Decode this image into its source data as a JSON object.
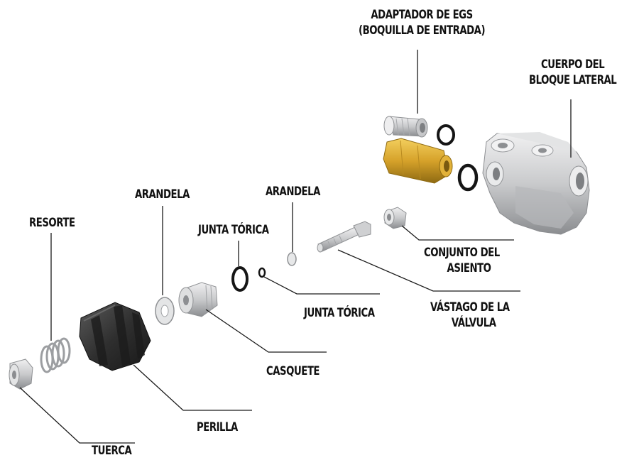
{
  "labels": {
    "egs_adapter": [
      "ADAPTADOR DE EGS",
      "(BOQUILLA DE ENTRADA)"
    ],
    "side_block": [
      "CUERPO DEL",
      "BLOQUE LATERAL"
    ],
    "resorte": "RESORTE",
    "arandela_1": "ARANDELA",
    "arandela_2": "ARANDELA",
    "junta_torica_1": "JUNTA TÓRICA",
    "junta_torica_2": "JUNTA TÓRICA",
    "seat_assembly": [
      "CONJUNTO DEL",
      "ASIENTO"
    ],
    "valve_stem": [
      "VÁSTAGO DE LA",
      "VÁLVULA"
    ],
    "casquete": "CASQUETE",
    "perilla": "PERILLA",
    "tuerca": "TUERCA"
  },
  "colors": {
    "metal_light": "#d9dadb",
    "metal_mid": "#a9abad",
    "metal_dark": "#76787b",
    "brass": "#d9a72c",
    "brass_dark": "#9b7316",
    "knob": "#2e2e2e",
    "oring": "#151515",
    "leader": "#1a1a1a"
  }
}
